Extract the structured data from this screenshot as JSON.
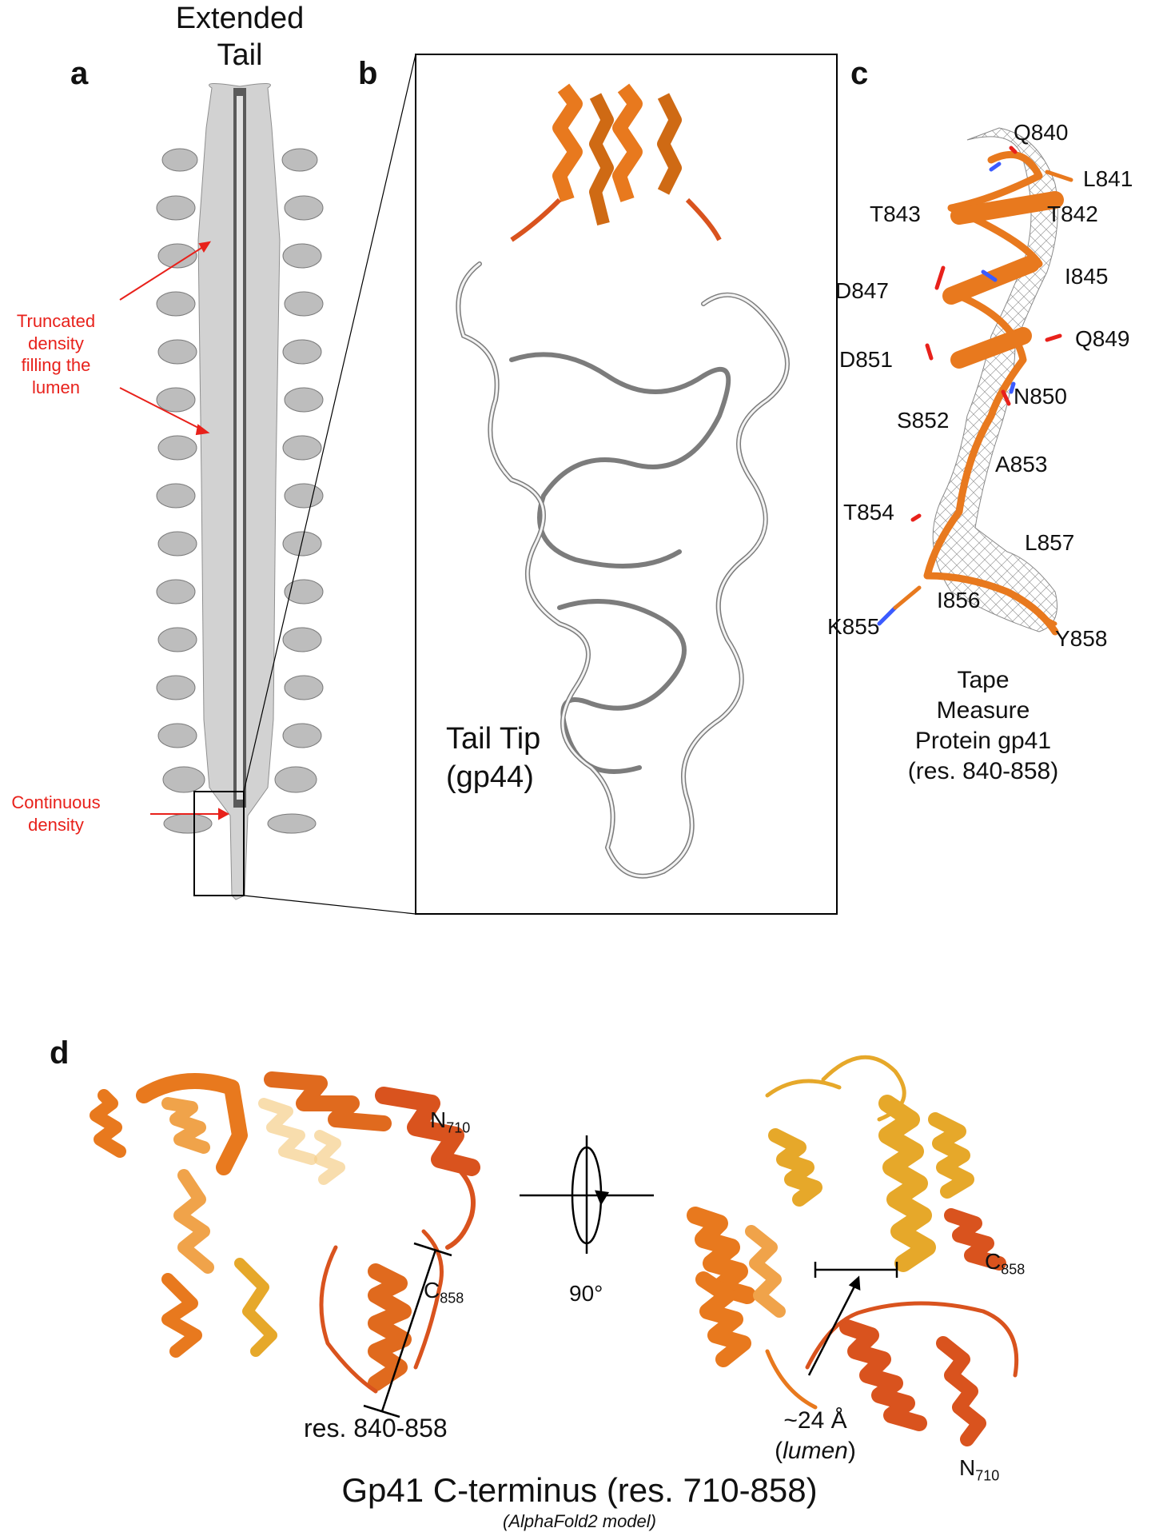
{
  "panels": {
    "a": "a",
    "b": "b",
    "c": "c",
    "d": "d"
  },
  "panel_a": {
    "title_line1": "Extended",
    "title_line2": "Tail",
    "annotation_truncated": [
      "Truncated",
      "density",
      "filling the",
      "lumen"
    ],
    "annotation_continuous": [
      "Continuous",
      "density"
    ]
  },
  "panel_b": {
    "label_line1": "Tail Tip",
    "label_line2": "(gp44)"
  },
  "panel_c": {
    "residues": {
      "Q840": "Q840",
      "L841": "L841",
      "T843": "T843",
      "T842": "T842",
      "D847": "D847",
      "I845": "I845",
      "Q849": "Q849",
      "D851": "D851",
      "N850": "N850",
      "S852": "S852",
      "A853": "A853",
      "T854": "T854",
      "L857": "L857",
      "I856": "I856",
      "K855": "K855",
      "Y858": "Y858"
    },
    "caption": [
      "Tape",
      "Measure",
      "Protein gp41",
      "(res. 840-858)"
    ]
  },
  "panel_d": {
    "n_label": "N",
    "n_sub": "710",
    "c_label": "C",
    "c_sub": "858",
    "res_range": "res. 840-858",
    "rotation": "90°",
    "distance": "~24 Å",
    "lumen_open": "(",
    "lumen": "lumen",
    "lumen_close": ")",
    "title": "Gp41 C-terminus (res. 710-858)",
    "subtitle": "(AlphaFold2 model)"
  },
  "colors": {
    "red_annotation": "#e8211b",
    "orange_helix": "#e8791e",
    "deep_orange": "#d9531e",
    "gold": "#e6a82a",
    "density_gray": "#c9c9c9"
  }
}
